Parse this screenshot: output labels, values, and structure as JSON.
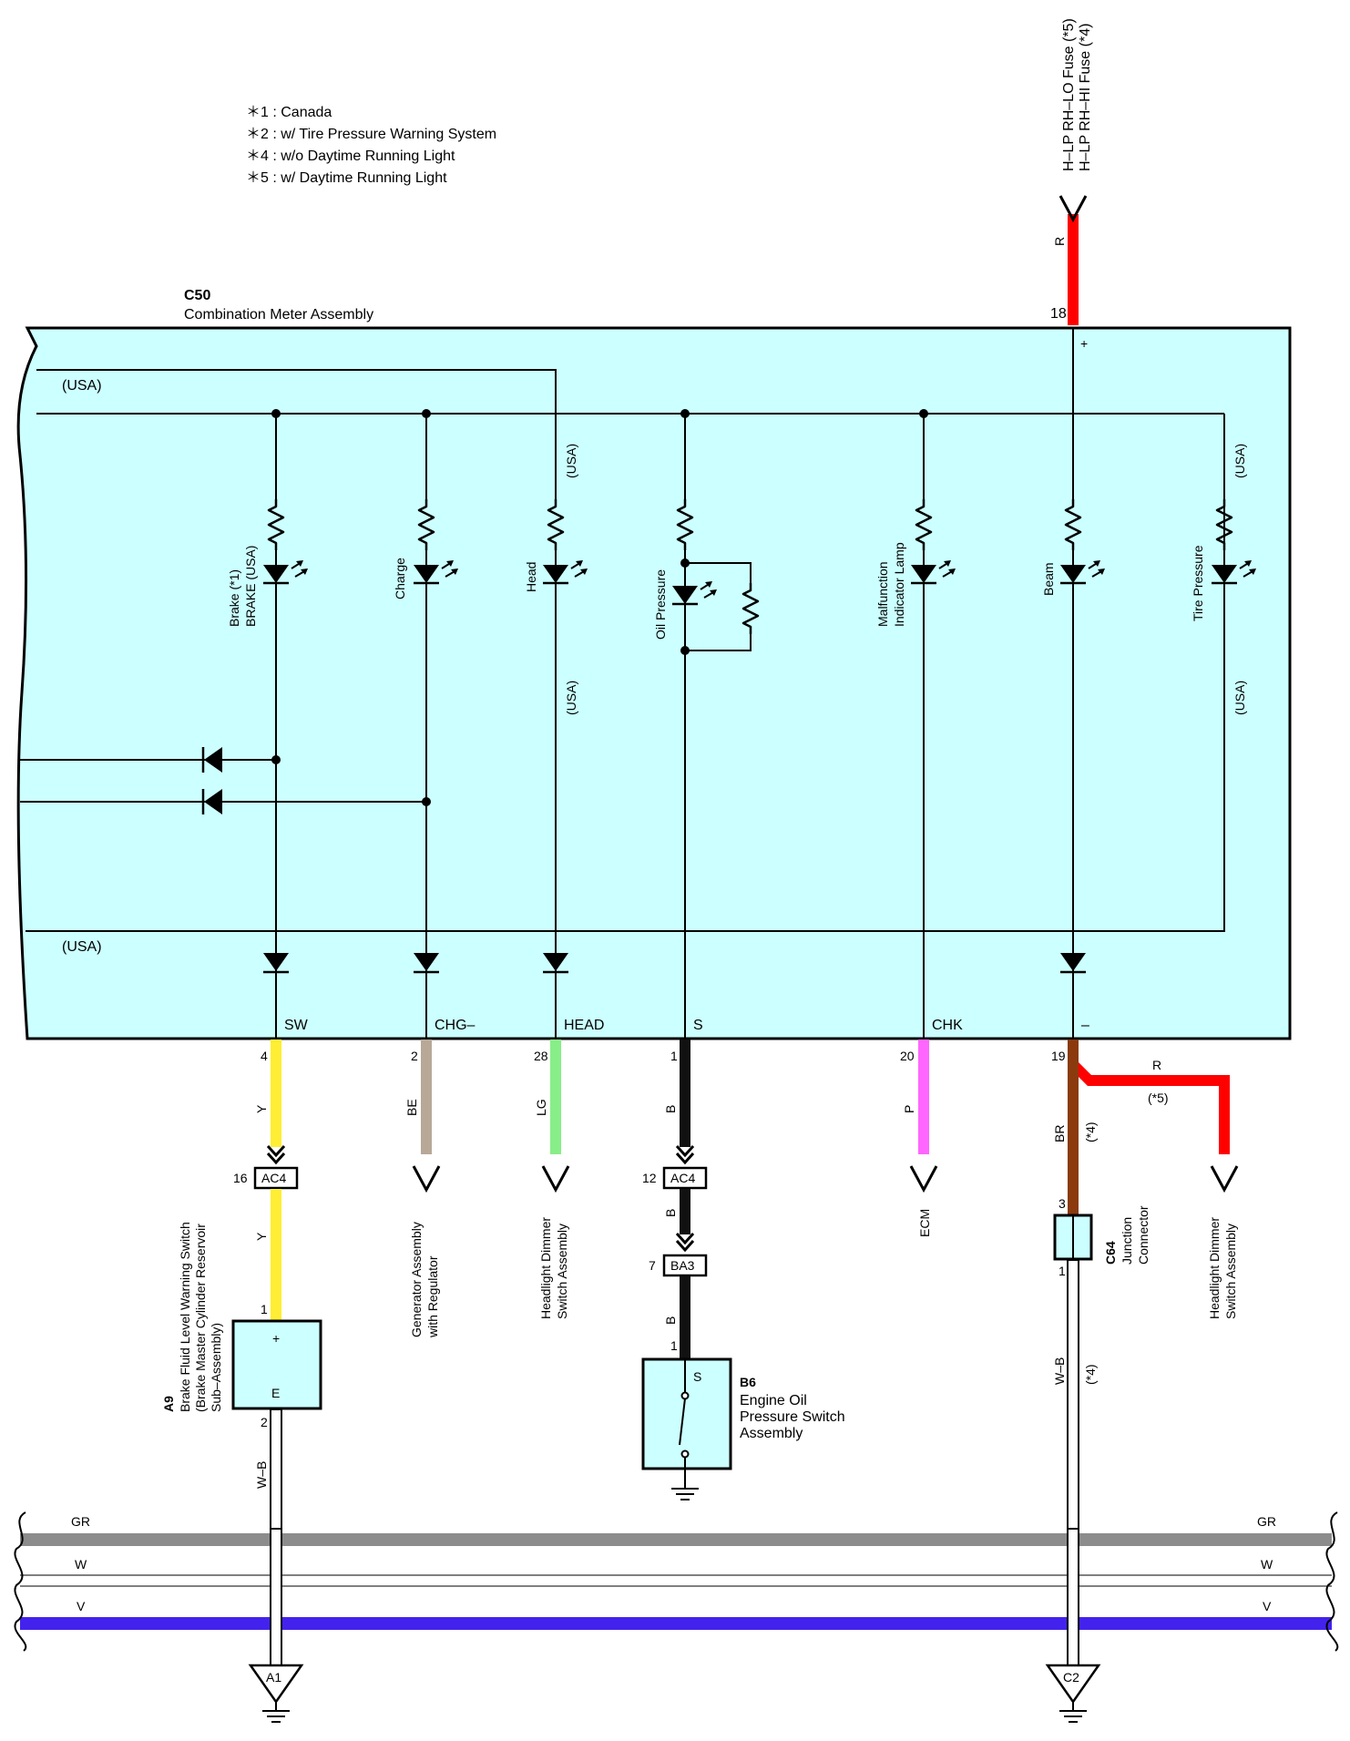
{
  "notes": [
    "＊1 : Canada",
    "＊2 : w/ Tire Pressure Warning System",
    "＊4 : w/o Daytime Running Light",
    "＊5 : w/ Daytime Running Light"
  ],
  "meter": {
    "code": "C50",
    "name": "Combination Meter Assembly",
    "usa_top": "(USA)",
    "usa_bottom": "(USA)"
  },
  "fuse": {
    "line1": "H–LP RH–LO Fuse (*5)",
    "line2": "H–LP RH–HI Fuse (*4)",
    "wire": "R",
    "pin": "18",
    "plus": "+"
  },
  "lamps": {
    "brake_1": "Brake (*1)",
    "brake_2": "BRAKE (USA)",
    "charge": "Charge",
    "head": "Head",
    "head_usa_top": "(USA)",
    "head_usa_mid": "(USA)",
    "oil": "Oil Pressure",
    "mil_1": "Malfunction",
    "mil_2": "Indicator Lamp",
    "beam": "Beam",
    "tire": "Tire Pressure",
    "tire_usa_top": "(USA)",
    "tire_usa_mid": "(USA)"
  },
  "terminals": {
    "sw": "SW",
    "chg": "CHG–",
    "head": "HEAD",
    "s": "S",
    "chk": "CHK",
    "minus": "–",
    "pin_sw": "4",
    "pin_chg": "2",
    "pin_head": "28",
    "pin_s": "1",
    "pin_chk": "20",
    "pin_minus": "19"
  },
  "wires": {
    "sw_color": "Y",
    "sw_color2": "Y",
    "chg_color": "BE",
    "head_color": "LG",
    "s_color": "B",
    "s_color2": "B",
    "s_color3": "B",
    "chk_color": "P",
    "minus_color": "BR",
    "minus_note": "(*4)",
    "r_branch": "R",
    "r_note": "(*5)",
    "c64_out": "W–B",
    "c64_note": "(*4)",
    "a9_out": "W–B"
  },
  "connectors": {
    "ac4_a": "AC4",
    "ac4_a_pin": "16",
    "ac4_b": "AC4",
    "ac4_b_pin": "12",
    "ba3": "BA3",
    "ba3_pin": "7"
  },
  "destinations": {
    "gen_1": "Generator Assembly",
    "gen_2": "with Regulator",
    "hd1_1": "Headlight Dimmer",
    "hd1_2": "Switch Assembly",
    "ecm": "ECM",
    "hd2_1": "Headlight Dimmer",
    "hd2_2": "Switch Assembly"
  },
  "a9": {
    "code": "A9",
    "line1": "Brake Fluid Level Warning Switch",
    "line2": "(Brake Master Cylinder Reservoir",
    "line3": "Sub–Assembly)",
    "plus": "+",
    "e": "E",
    "pin_in": "1",
    "pin_out": "2"
  },
  "b6": {
    "code": "B6",
    "line1": "Engine Oil",
    "line2": "Pressure Switch",
    "line3": "Assembly",
    "s": "S",
    "pin": "1"
  },
  "c64": {
    "code": "C64",
    "line1": "Junction",
    "line2": "Connector",
    "pin_in": "3",
    "pin_out": "1"
  },
  "buses": {
    "gr_l": "GR",
    "gr_r": "GR",
    "w_l": "W",
    "w_r": "W",
    "v_l": "V",
    "v_r": "V"
  },
  "grounds": {
    "a1": "A1",
    "c2": "C2"
  },
  "colors": {
    "meter_fill": "#ccffff",
    "red": "#ff0000",
    "yellow": "#ffee33",
    "beige": "#b8a898",
    "light_green": "#88ee88",
    "black": "#111111",
    "pink": "#ff66ff",
    "brown": "#8b3a0e",
    "gray_bus": "#8c8c8c",
    "violet_bus": "#4422ee"
  }
}
